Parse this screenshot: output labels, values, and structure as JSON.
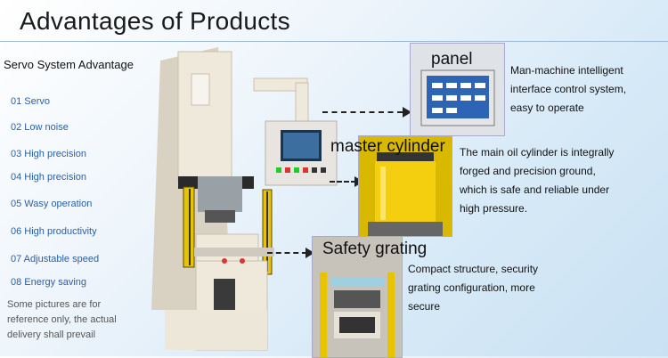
{
  "title": "Advantages of Products",
  "servo": {
    "heading": "Servo System Advantage",
    "features": [
      "01 Servo",
      "02 Low noise",
      "03 High precision",
      "04 High precision",
      "05 Wasy operation",
      "06 High productivity",
      "07  Adjustable speed",
      "08 Energy saving"
    ],
    "note_lines": [
      "Some pictures are for",
      "reference only, the actual",
      "delivery shall prevail"
    ]
  },
  "panel": {
    "title": "panel",
    "desc": [
      "Man-machine intelligent",
      "interface control system,",
      "easy to operate"
    ]
  },
  "cylinder": {
    "title": "master cylinder",
    "desc": [
      "The main oil cylinder is integrally",
      "forged and precision ground,",
      "which is safe and reliable under",
      "high pressure."
    ]
  },
  "grating": {
    "title": "Safety grating",
    "desc": [
      "Compact structure, security",
      "grating configuration, more",
      "secure"
    ]
  },
  "colors": {
    "accent": "#2a5fa8",
    "machine": "#efe9dc",
    "hazard_yellow": "#f2c200"
  }
}
